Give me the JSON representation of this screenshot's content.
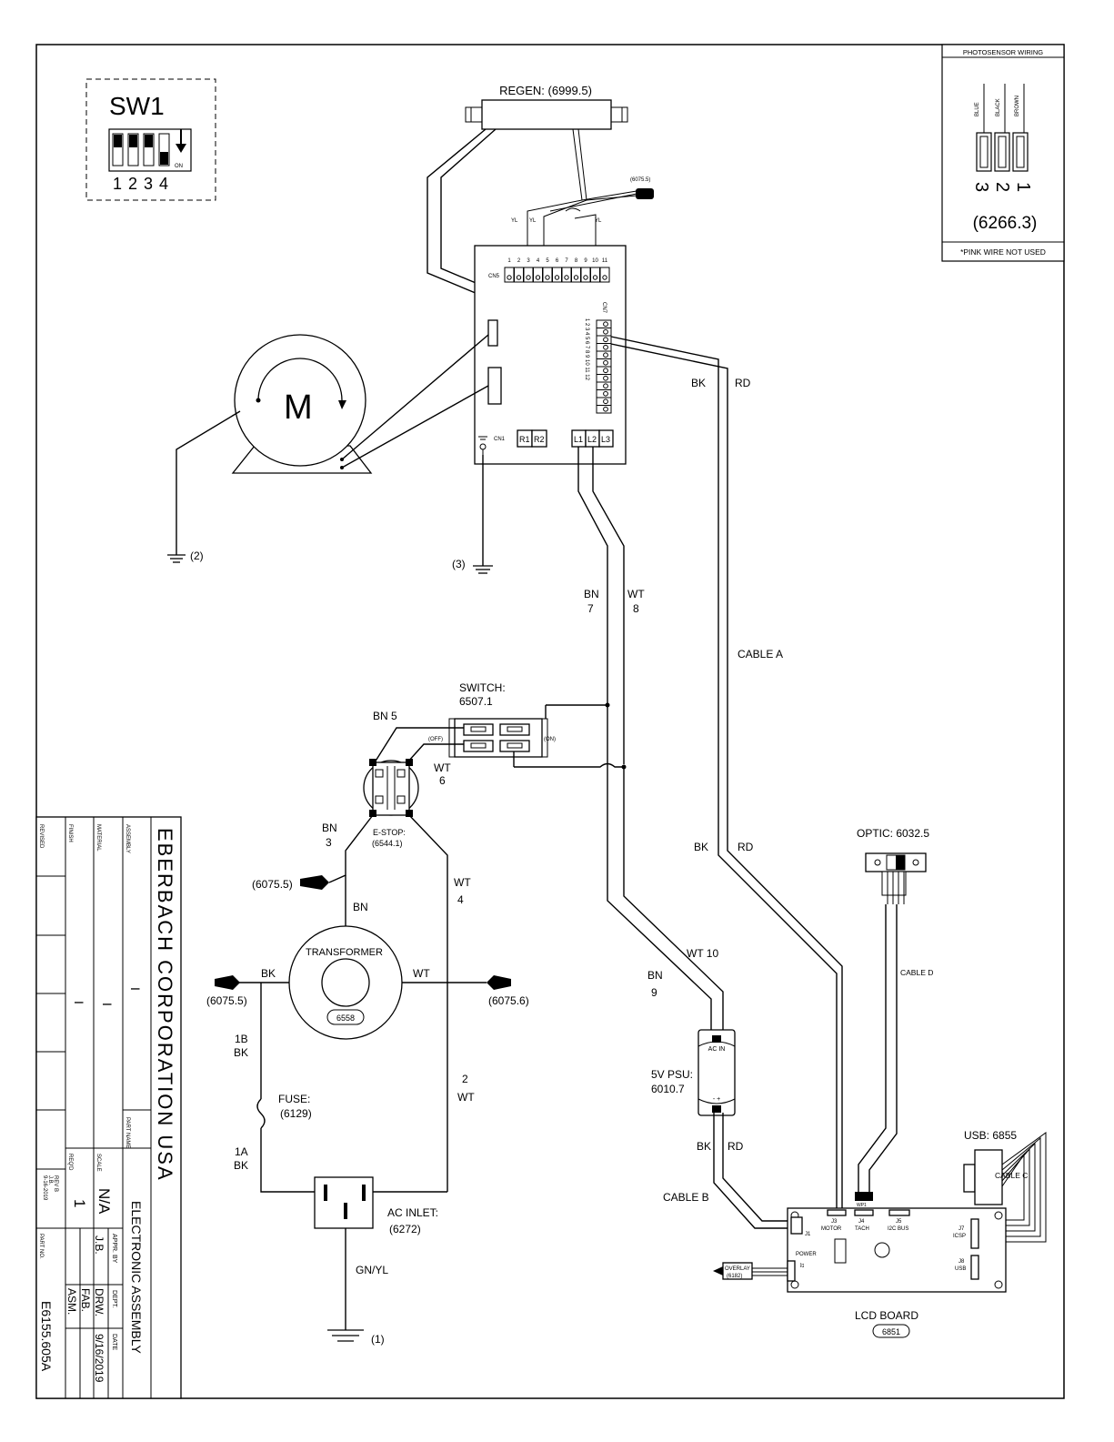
{
  "sw1": {
    "title": "SW1",
    "positions": [
      "1",
      "2",
      "3",
      "4"
    ],
    "on": "ON"
  },
  "photosensor": {
    "title": "PHOTOSENSOR WIRING",
    "wires": [
      "BLUE",
      "BLACK",
      "BROWN"
    ],
    "pins": [
      "3",
      "2",
      "1"
    ],
    "part": "(6266.3)",
    "note": "*PINK WIRE NOT USED"
  },
  "regen": {
    "label": "REGEN: (6999.5)"
  },
  "controller": {
    "cn5": "CN5",
    "cn5_pins": [
      "1",
      "2",
      "3",
      "4",
      "5",
      "6",
      "7",
      "8",
      "9",
      "10",
      "11"
    ],
    "cn7": "CN7",
    "cn7_pins": "1 2 3 4 5 6 7 8 9 10 11 12",
    "cn1": "CN1",
    "terminals": [
      "R1",
      "R2",
      "L1",
      "L2",
      "L3"
    ],
    "yl": "YL",
    "connector": "(6075.5)"
  },
  "motor": {
    "label": "M"
  },
  "grounds": {
    "g1": "(1)",
    "g2": "(2)",
    "g3": "(3)"
  },
  "wires": {
    "bk": "BK",
    "rd": "RD",
    "bn": "BN",
    "wt": "WT",
    "bn7": "7",
    "wt8": "8",
    "bn5": "BN  5",
    "wt6": "6",
    "bn3": "3",
    "wt4": "4",
    "wt10": "WT  10",
    "bn9": "9",
    "b1": "1B",
    "a1": "1A",
    "two": "2",
    "gnyl": "GN/YL",
    "cable_a": "CABLE  A",
    "cable_b": "CABLE  B",
    "cable_c": "CABLE C",
    "cable_d": "CABLE D"
  },
  "switch": {
    "label1": "SWITCH:",
    "label2": "6507.1",
    "off": "(OFF)",
    "on": "(ON)"
  },
  "estop": {
    "label1": "E-STOP:",
    "label2": "(6544.1)"
  },
  "transformer": {
    "label": "TRANSFORMER",
    "part": "6558"
  },
  "fuse": {
    "label1": "FUSE:",
    "label2": "(6129)"
  },
  "ac_inlet": {
    "label1": "AC INLET:",
    "label2": "(6272)"
  },
  "connectors": {
    "c1": "(6075.5)",
    "c2": "(6075.5)",
    "c3": "(6075.6)"
  },
  "psu": {
    "label1": "5V PSU:",
    "label2": "6010.7",
    "ac_in": "AC IN",
    "dc": "- +"
  },
  "optic": {
    "label": "OPTIC: 6032.5"
  },
  "usb": {
    "label": "USB: 6855"
  },
  "lcd": {
    "label": "LCD BOARD",
    "part": "6851",
    "j1": "J1",
    "power": "POWER",
    "j3": "J3",
    "motor": "MOTOR",
    "j4": "J4",
    "tach": "TACH",
    "j5": "J5",
    "i2c": "I2C BUS",
    "j7": "J7",
    "icsp": "ICSP",
    "j8": "J8",
    "usb": "USB",
    "wp1": "WP1",
    "j2": "J2",
    "overlay": "OVERLAY",
    "overlay_part": "(6182)"
  },
  "title_block": {
    "company": "EBERBACH CORPORATION  USA",
    "part_name": "ELECTRONIC ASSEMBLY",
    "headers": {
      "revised": "REVISED",
      "finish": "FINISH",
      "material": "MATERIAL",
      "assembly": "ASSEMBLY",
      "part_name": "PART NAME",
      "scale": "SCALE",
      "reqd": "REQ'D",
      "part_no": "PART NO."
    },
    "values": {
      "finish": "I",
      "material": "I",
      "assembly": "I",
      "scale": "N/A",
      "reqd": "1"
    },
    "rev": "REV B",
    "rev_by": "J.B.",
    "rev_date": "9-16-2019",
    "appr_by": "APPR. BY",
    "dept": "DEPT.",
    "date": "DATE",
    "by": "J.B.",
    "drw": "DRW.",
    "fab": "FAB.",
    "asm": "ASM.",
    "date_val": "9/16/2019",
    "part_no": "E6155.605A"
  }
}
